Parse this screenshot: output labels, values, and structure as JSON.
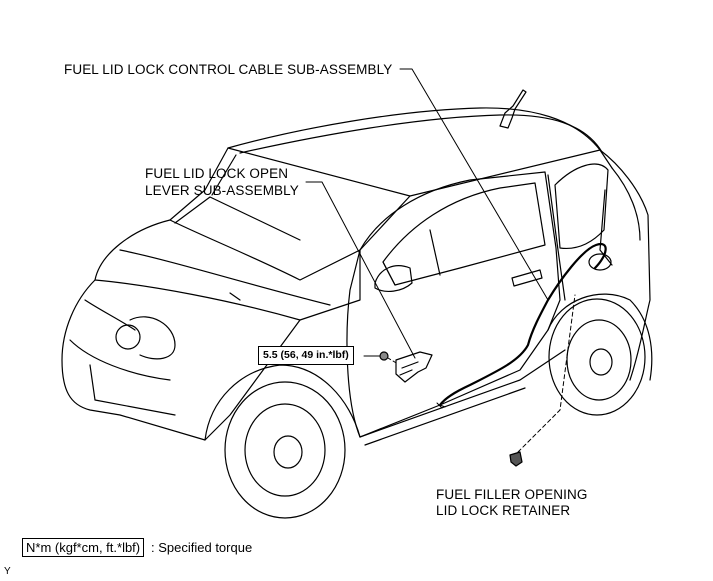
{
  "labels": {
    "cable": "FUEL LID LOCK CONTROL CABLE SUB-ASSEMBLY",
    "lever_line1": "FUEL LID LOCK OPEN",
    "lever_line2": "LEVER SUB-ASSEMBLY",
    "retainer_line1": "FUEL FILLER OPENING",
    "retainer_line2": "LID LOCK RETAINER"
  },
  "torque": "5.5 (56, 49 in.*lbf)",
  "legend": {
    "unit": "N*m (kgf*cm, ft.*lbf)",
    "text": ": Specified torque"
  },
  "corner_mark": "Y"
}
